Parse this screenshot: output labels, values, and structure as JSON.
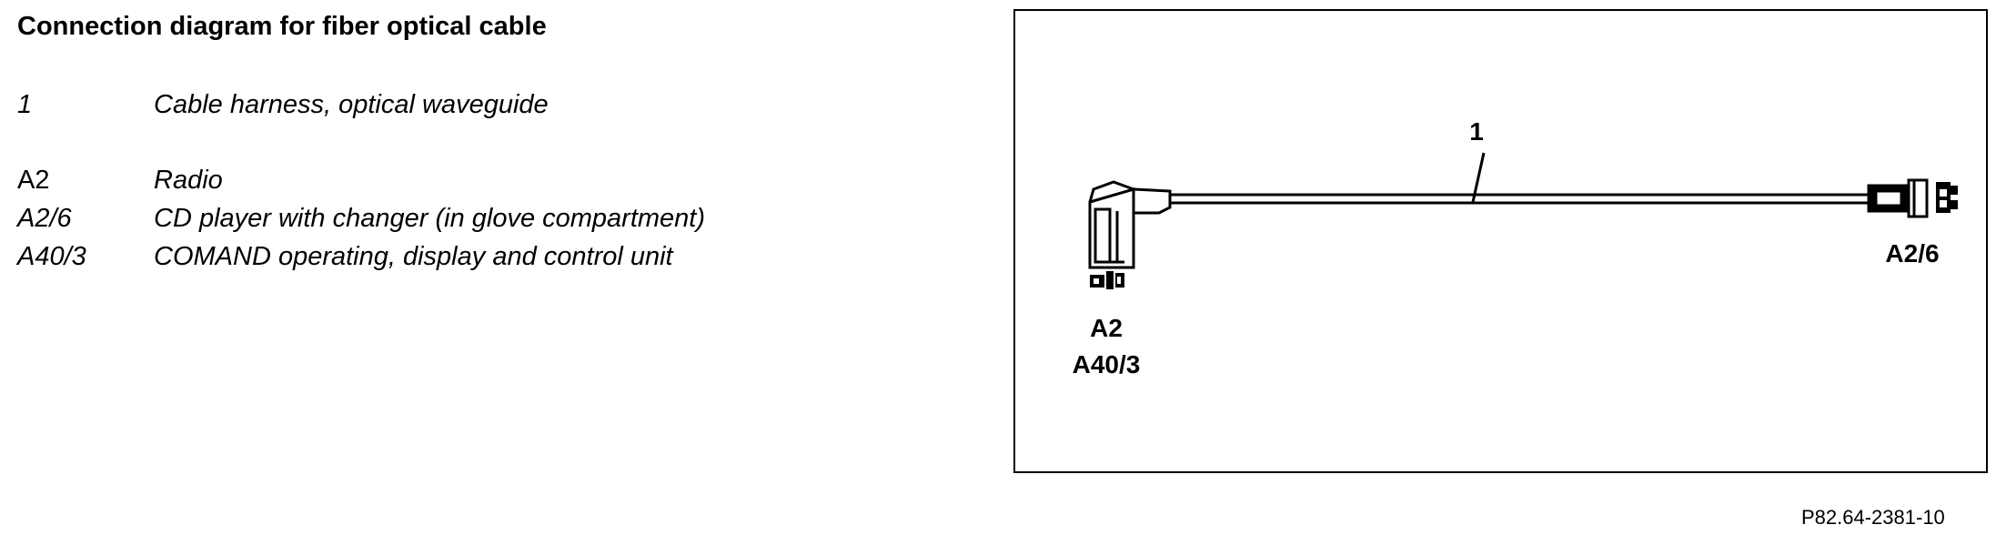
{
  "title": "Connection diagram for fiber optical cable",
  "legend": [
    {
      "code": "1",
      "description": "Cable harness, optical waveguide"
    },
    {
      "code": "A2",
      "description": "Radio"
    },
    {
      "code": "A2/6",
      "description": "CD player with changer (in glove compartment)"
    },
    {
      "code": "A40/3",
      "description": "COMAND operating, display and control unit"
    }
  ],
  "diagram": {
    "cable_label": "1",
    "left_label_1": "A2",
    "left_label_2": "A40/3",
    "right_label": "A2/6"
  },
  "reference_number": "P82.64-2381-10"
}
